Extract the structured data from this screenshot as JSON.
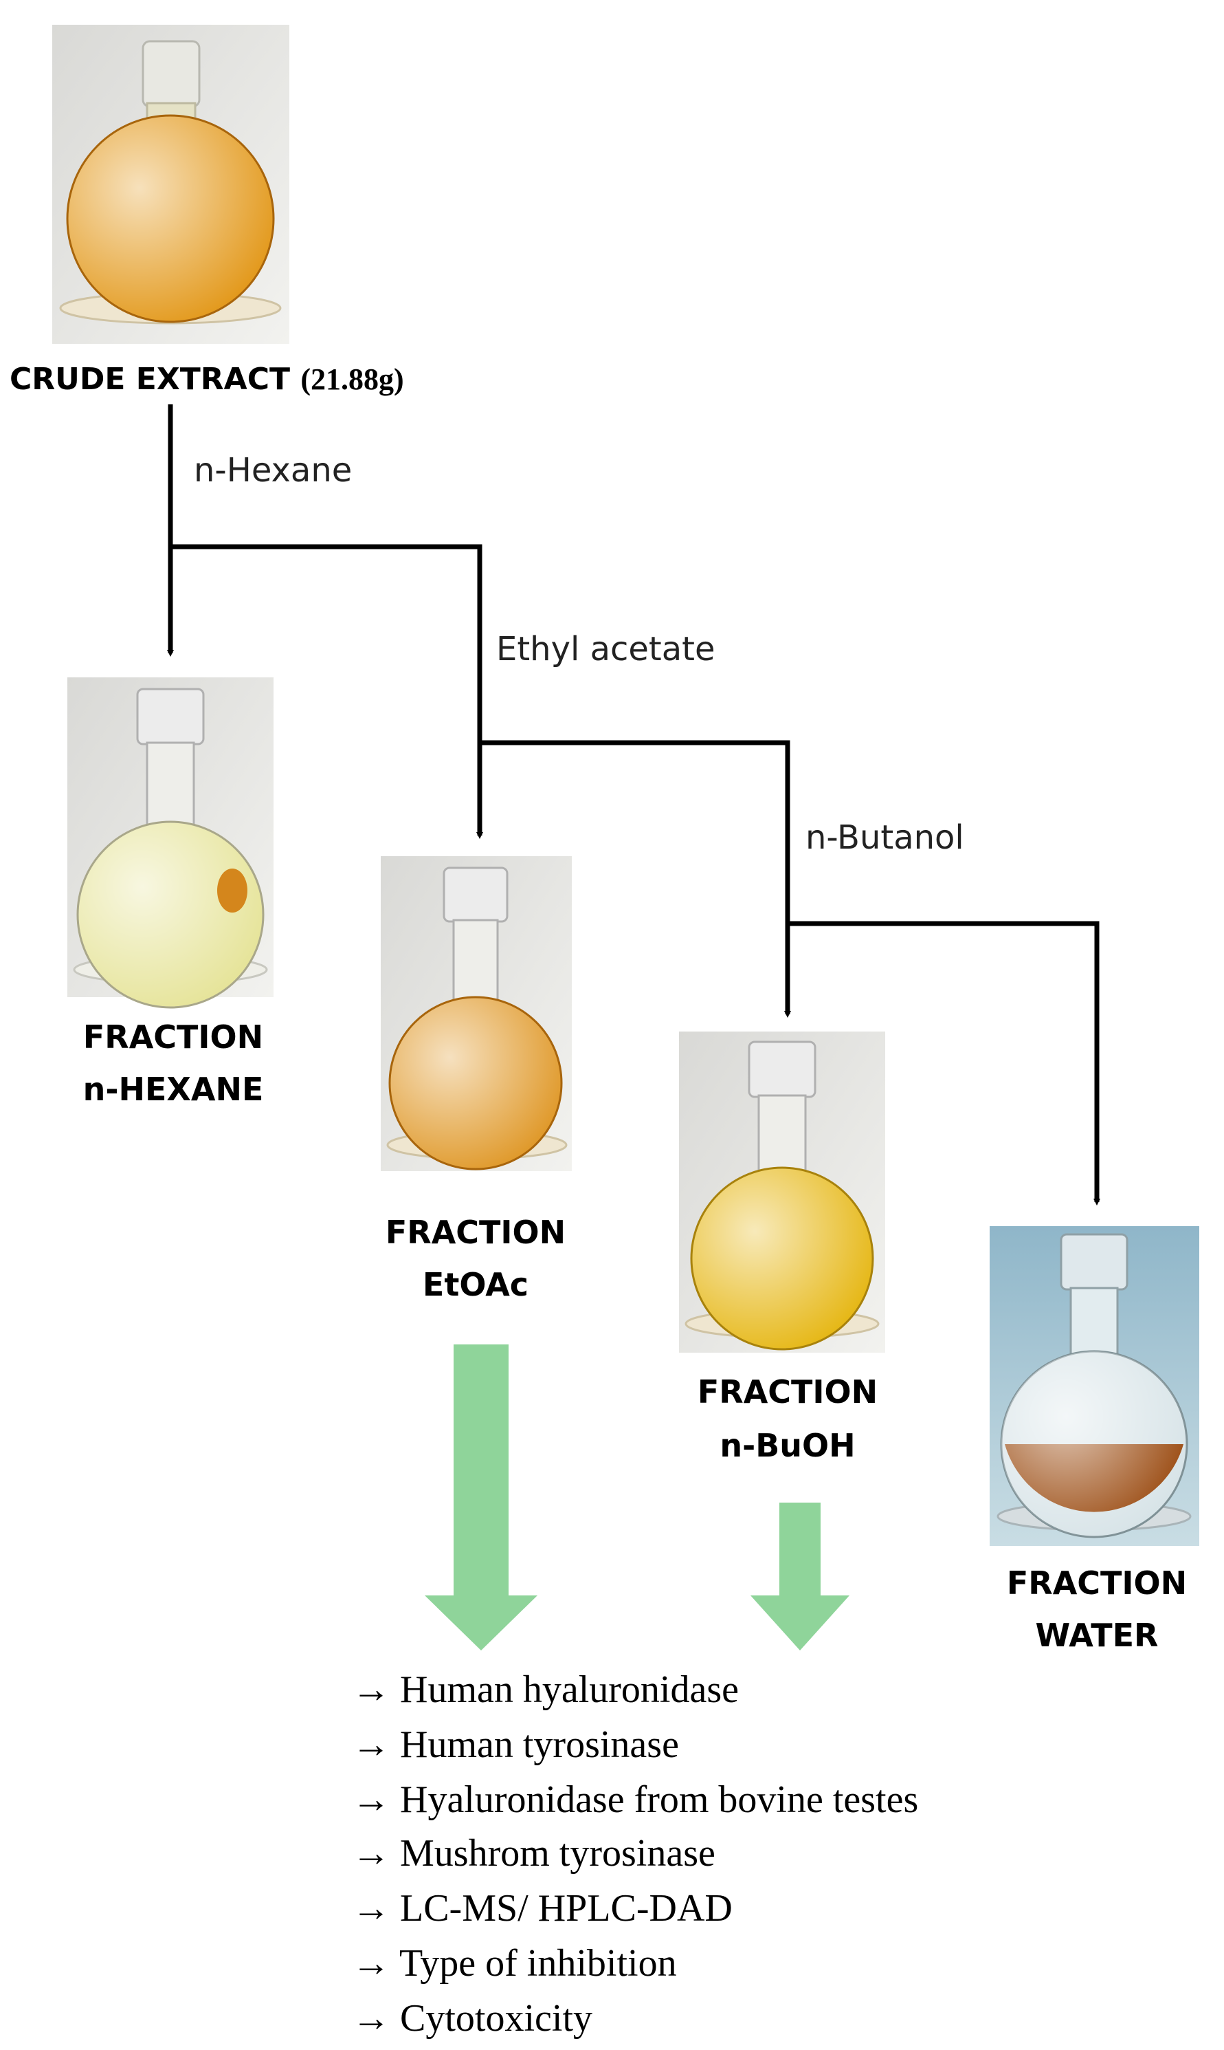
{
  "crude": {
    "label_main": "CRUDE EXTRACT ",
    "label_mass": "(21.88g)"
  },
  "solvents": {
    "hexane": "n-Hexane",
    "ethyl_acetate": "Ethyl acetate",
    "butanol": "n-Butanol"
  },
  "fractions": [
    {
      "line1": "FRACTION",
      "line2": "n-HEXANE",
      "liquid_color": "#e6e49a"
    },
    {
      "line1": "FRACTION",
      "line2": "EtOAc",
      "liquid_color": "#e09a2c"
    },
    {
      "line1": "FRACTION",
      "line2": "n-BuOH",
      "liquid_color": "#e6b818"
    },
    {
      "line1": "FRACTION",
      "line2": "WATER",
      "liquid_color": "#9a4a10"
    }
  ],
  "assays": [
    "→ Human hyaluronidase",
    "→ Human tyrosinase",
    "→ Hyaluronidase  from bovine testes",
    "→ Mushrom tyrosinase",
    "→ LC-MS/ HPLC-DAD",
    "→ Type of inhibition",
    "→ Cytotoxicity"
  ],
  "colors": {
    "line": "#000000",
    "green_arrow": "#8fd49a",
    "crude_liquid": "#e39a1e"
  }
}
